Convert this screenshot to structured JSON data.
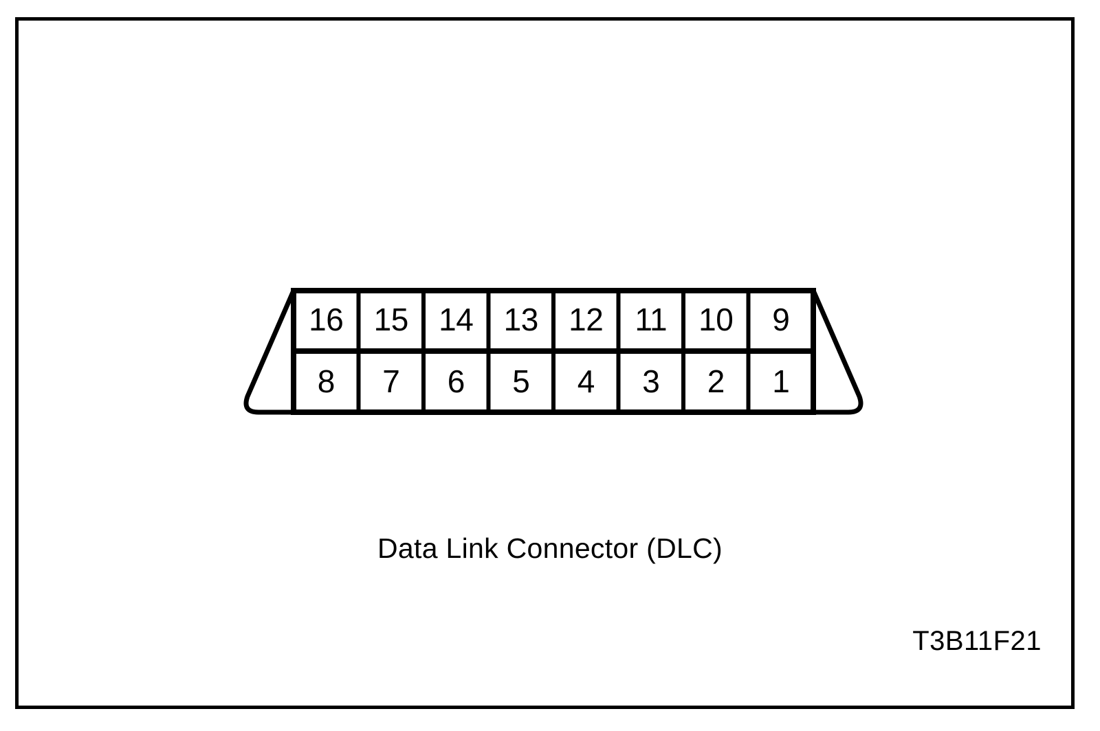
{
  "figure": {
    "caption": "Data Link Connector (DLC)",
    "reference_code": "T3B11F21",
    "frame_color": "#000000",
    "background_color": "#ffffff",
    "line_color": "#000000"
  },
  "connector": {
    "name": "Data Link Connector (DLC)",
    "pin_count": 16,
    "rows": [
      {
        "row_name": "top-row",
        "pins": [
          "16",
          "15",
          "14",
          "13",
          "12",
          "11",
          "10",
          "9"
        ]
      },
      {
        "row_name": "bottom-row",
        "pins": [
          "8",
          "7",
          "6",
          "5",
          "4",
          "3",
          "2",
          "1"
        ]
      }
    ]
  }
}
